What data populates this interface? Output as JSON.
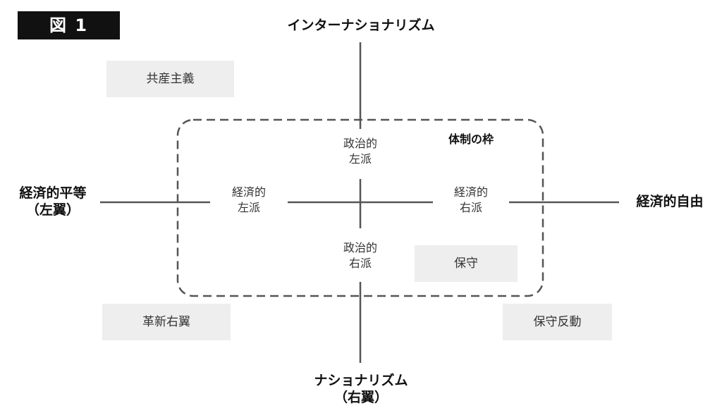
{
  "figure_label": "図 1",
  "axes": {
    "top": "インターナショナリズム",
    "bottom_line1": "ナショナリズム",
    "bottom_line2": "（右翼）",
    "left_line1": "経済的平等",
    "left_line2": "（左翼）",
    "right": "経済的自由"
  },
  "frame_label": "体制の枠",
  "inner_labels": {
    "top_line1": "政治的",
    "top_line2": "左派",
    "bottom_line1": "政治的",
    "bottom_line2": "右派",
    "left_line1": "経済的",
    "left_line2": "左派",
    "right_line1": "経済的",
    "right_line2": "右派"
  },
  "boxes": {
    "communism": "共産主義",
    "conservative": "保守",
    "reformist_right": "革新右翼",
    "reactionary": "保守反動"
  }
}
